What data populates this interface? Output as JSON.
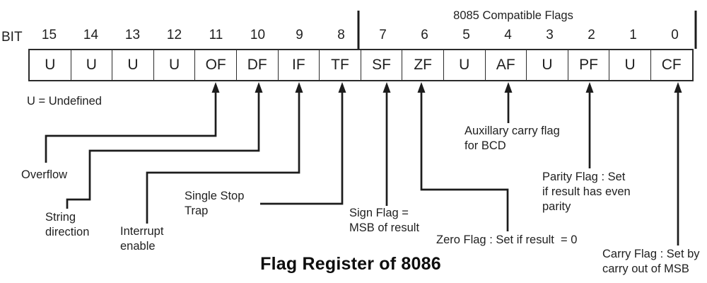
{
  "title": "Flag Register of 8086",
  "bit_row_label": "BIT",
  "compat_label": "8085 Compatible Flags",
  "undefined_note": "U = Undefined",
  "register": {
    "cells": [
      {
        "bit": "15",
        "label": "U"
      },
      {
        "bit": "14",
        "label": "U"
      },
      {
        "bit": "13",
        "label": "U"
      },
      {
        "bit": "12",
        "label": "U"
      },
      {
        "bit": "11",
        "label": "OF"
      },
      {
        "bit": "10",
        "label": "DF"
      },
      {
        "bit": "9",
        "label": "IF"
      },
      {
        "bit": "8",
        "label": "TF"
      },
      {
        "bit": "7",
        "label": "SF"
      },
      {
        "bit": "6",
        "label": "ZF"
      },
      {
        "bit": "5",
        "label": "U"
      },
      {
        "bit": "4",
        "label": "AF"
      },
      {
        "bit": "3",
        "label": "U"
      },
      {
        "bit": "2",
        "label": "PF"
      },
      {
        "bit": "1",
        "label": "U"
      },
      {
        "bit": "0",
        "label": "CF"
      }
    ]
  },
  "annotations": {
    "overflow": "Overflow",
    "string_direction": "String\ndirection",
    "interrupt_enable": "Interrupt\nenable",
    "single_stop_trap": "Single Stop\nTrap",
    "sign_flag": "Sign Flag =\nMSB of result",
    "zero_flag": "Zero Flag : Set if result  = 0",
    "aux_carry": "Auxillary carry flag\nfor BCD",
    "parity_flag": "Parity Flag : Set\nif result has even\nparity",
    "carry_flag": "Carry Flag : Set by\ncarry out of MSB"
  },
  "colors": {
    "background": "#ffffff",
    "line": "#1c1c1c",
    "text": "#1f1f1f",
    "title": "#0e0e0e",
    "border": "#2b2b2b"
  }
}
